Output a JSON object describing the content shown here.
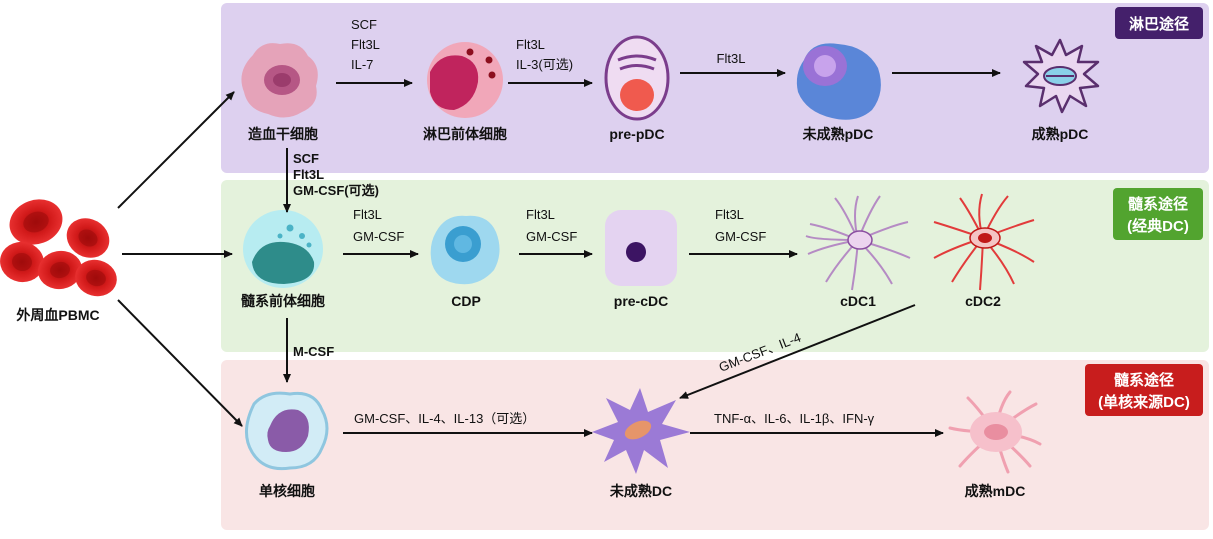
{
  "colors": {
    "lymphoid_band": "#ddd0ef",
    "myeloid_band": "#e4f2dc",
    "monocyte_band": "#f9e5e5",
    "badge_lymphoid": "#44206b",
    "badge_myeloid": "#52a42f",
    "badge_monocyte": "#c81d1d"
  },
  "badges": {
    "lymphoid": "淋巴途径",
    "myeloid_line1": "髓系途径",
    "myeloid_line2": "(经典DC)",
    "monocyte_line1": "髓系途径",
    "monocyte_line2": "(单核来源DC)"
  },
  "cells": {
    "pbmc": "外周血PBMC",
    "hsc": "造血干细胞",
    "clp": "淋巴前体细胞",
    "pre_pdc": "pre-pDC",
    "immature_pdc": "未成熟pDC",
    "mature_pdc": "成熟pDC",
    "cmp": "髓系前体细胞",
    "cdp": "CDP",
    "pre_cdc": "pre-cDC",
    "cdc1": "cDC1",
    "cdc2": "cDC2",
    "monocyte": "单核细胞",
    "immature_dc": "未成熟DC",
    "mature_mdc": "成熟mDC"
  },
  "arrows": {
    "hsc_clp": [
      "SCF",
      "Flt3L",
      "IL-7"
    ],
    "clp_prepdc": [
      "Flt3L",
      "IL-3(可选)"
    ],
    "prepdc_immpdc": "Flt3L",
    "hsc_cmp": [
      "SCF",
      "Flt3L",
      "GM-CSF(可选)"
    ],
    "cmp_cdp": [
      "Flt3L",
      "GM-CSF"
    ],
    "cdp_precdc": [
      "Flt3L",
      "GM-CSF"
    ],
    "precdc_cdc1": [
      "Flt3L",
      "GM-CSF"
    ],
    "cmp_mono": "M-CSF",
    "cdc2_immdc": "GM-CSF、IL-4",
    "mono_immdc": "GM-CSF、IL-4、IL-13（可选）",
    "immdc_mdc": "TNF-α、IL-6、IL-1β、IFN-γ"
  }
}
